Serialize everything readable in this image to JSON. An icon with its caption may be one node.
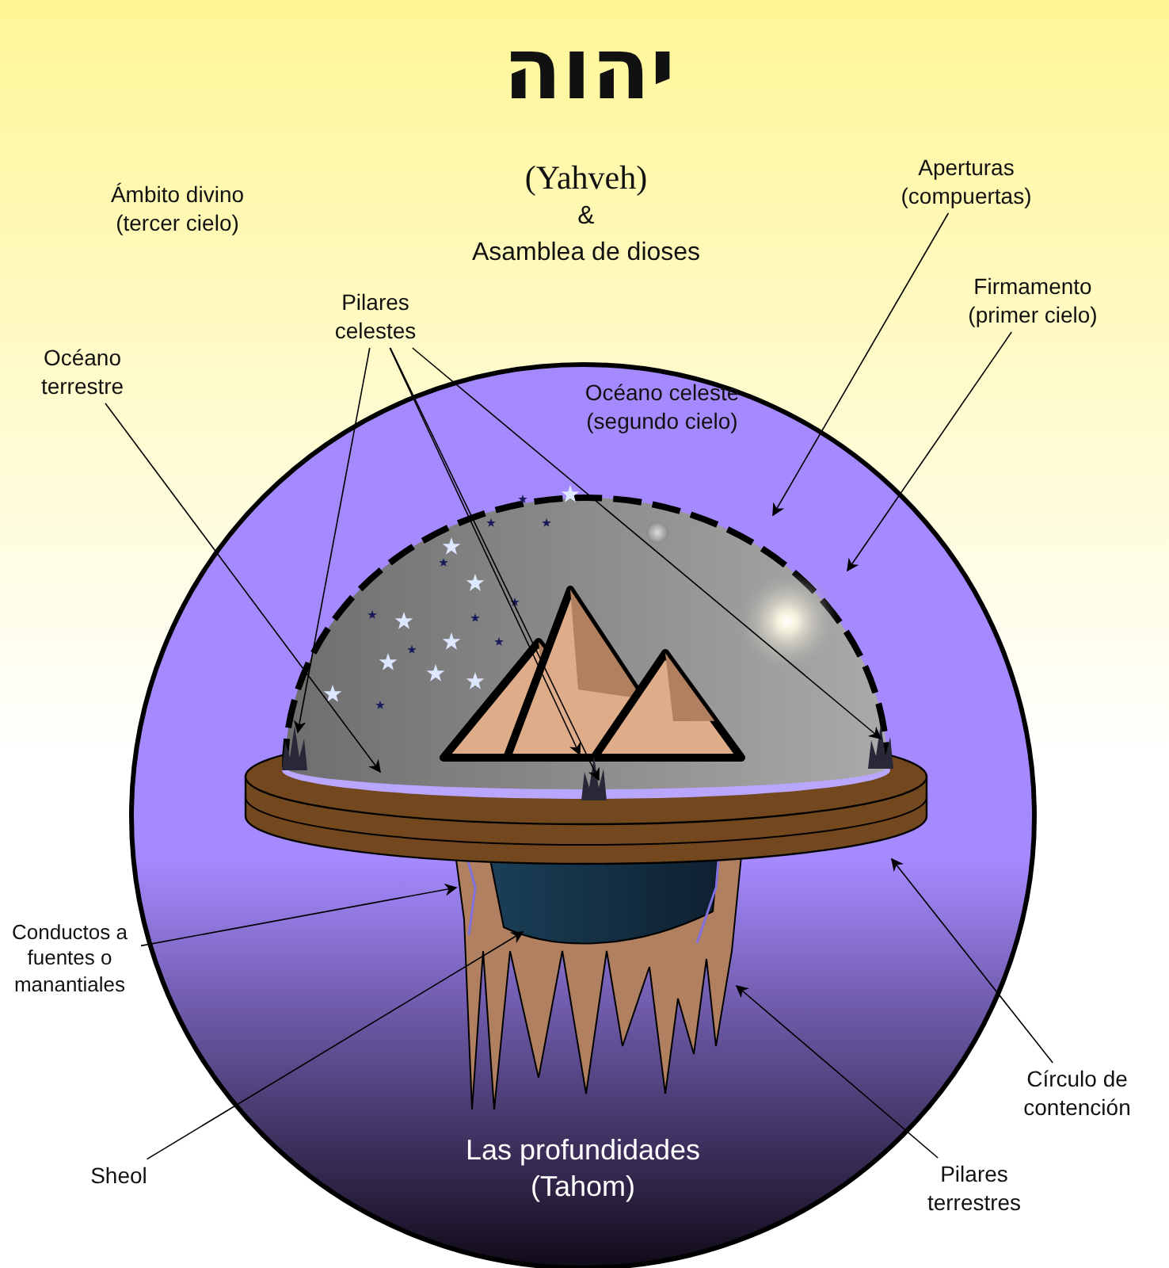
{
  "diagram": {
    "nodes": [
      {
        "text": [
          "Aperturas (compuertas)"
        ]
      },
      {
        "text": [
          "Firmamento (primer cielo)"
        ]
      },
      {
        "text": [
          "Pilares celestes"
        ]
      },
      {
        "text": [
          "Océano terrestre"
        ]
      },
      {
        "text": [
          "Conductos a fuentes o manantiales"
        ]
      },
      {
        "text": [
          "Círculo de contención"
        ]
      },
      {
        "text": [
          "Sheol"
        ]
      },
      {
        "text": [
          "Pilares terrestres"
        ]
      }
    ],
    "edges": [
      {
        "from": 0,
        "to": null,
        "arrow": "to"
      },
      {
        "from": 1,
        "to": null,
        "arrow": "to"
      },
      {
        "from": 2,
        "to": null,
        "arrow": "to"
      },
      {
        "from": 2,
        "to": null,
        "arrow": "to"
      },
      {
        "from": 2,
        "to": null,
        "arrow": "to"
      },
      {
        "from": 2,
        "to": null,
        "arrow": "to"
      },
      {
        "from": 3,
        "to": null,
        "arrow": "to"
      },
      {
        "from": 4,
        "to": null,
        "arrow": "to"
      },
      {
        "from": 5,
        "to": null,
        "arrow": "to"
      },
      {
        "from": 6,
        "to": null,
        "arrow": "to"
      },
      {
        "from": 7,
        "to": null,
        "arrow": "to"
      }
    ],
    "labels": [
      "יהוה",
      "(Yahveh)",
      "&",
      "Asamblea de dioses",
      "Ámbito divino (tercer cielo)",
      "Océano celeste (segundo cielo)",
      "Las profundidades (Tahom)"
    ]
  }
}
